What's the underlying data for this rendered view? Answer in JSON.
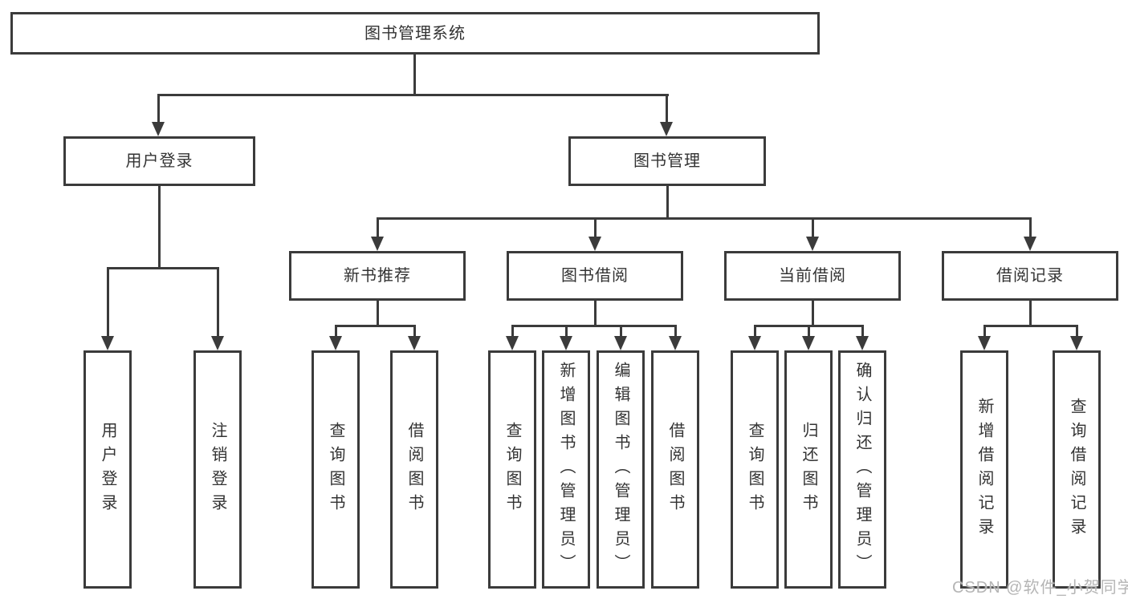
{
  "tree": {
    "root": "图书管理系统",
    "children": [
      {
        "label": "用户登录",
        "children": [
          "用户登录",
          "注销登录"
        ]
      },
      {
        "label": "图书管理",
        "children": [
          {
            "label": "新书推荐",
            "children": [
              "查询图书",
              "借阅图书"
            ]
          },
          {
            "label": "图书借阅",
            "children": [
              "查询图书",
              "新增图书（管理员）",
              "编辑图书（管理员）",
              "借阅图书"
            ]
          },
          {
            "label": "当前借阅",
            "children": [
              "查询图书",
              "归还图书",
              "确认归还（管理员）"
            ]
          },
          {
            "label": "借阅记录",
            "children": [
              "新增借阅记录",
              "查询借阅记录"
            ]
          }
        ]
      }
    ]
  },
  "watermark": "CSDN @软件_小贺同学",
  "colors": {
    "stroke": "#3b3b3b",
    "text": "#333333",
    "watermark": "#b5b5b5",
    "background": "#ffffff"
  }
}
